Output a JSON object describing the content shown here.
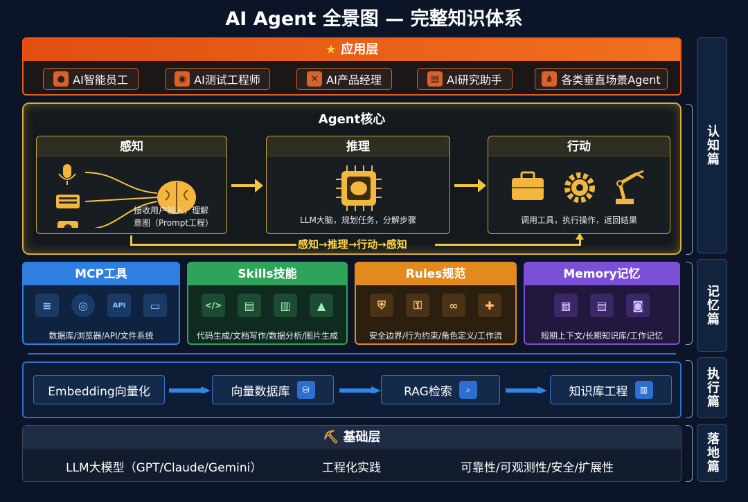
{
  "title": "AI Agent 全景图 — 完整知识体系",
  "app_layer": {
    "title": "应用层",
    "items": [
      "AI智能员工",
      "AI测试工程师",
      "AI产品经理",
      "AI研究助手",
      "各类垂直场景Agent"
    ]
  },
  "core": {
    "title": "Agent核心",
    "perception": {
      "title": "感知",
      "desc1": "接收用户输入，理解",
      "desc2": "意图（Prompt工程）"
    },
    "reasoning": {
      "title": "推理",
      "desc": "LLM大脑，规划任务，分解步骤"
    },
    "action": {
      "title": "行动",
      "desc": "调用工具，执行操作，返回结果"
    },
    "loop": "感知→推理→行动→感知",
    "chip_label": "API"
  },
  "modules": [
    {
      "title": "MCP工具",
      "desc": "数据库/浏览器/API/文件系统",
      "color": "#2f7fe0"
    },
    {
      "title": "Skills技能",
      "desc": "代码生成/文档写作/数据分析/图片生成",
      "color": "#2fa35a"
    },
    {
      "title": "Rules规范",
      "desc": "安全边界/行为约束/角色定义/工作流",
      "color": "#e38a1e"
    },
    {
      "title": "Memory记忆",
      "desc": "短期上下文/长期知识库/工作记忆",
      "color": "#7b4fd6"
    }
  ],
  "rag": {
    "items": [
      "Embedding向量化",
      "向量数据库",
      "RAG检索",
      "知识库工程"
    ]
  },
  "base": {
    "title": "基础层",
    "items": [
      "LLM大模型（GPT/Claude/Gemini）",
      "工程化实践",
      "可靠性/可观测性/安全/扩展性"
    ]
  },
  "side": [
    "认知篇",
    "记忆篇",
    "执行篇",
    "落地篇"
  ]
}
